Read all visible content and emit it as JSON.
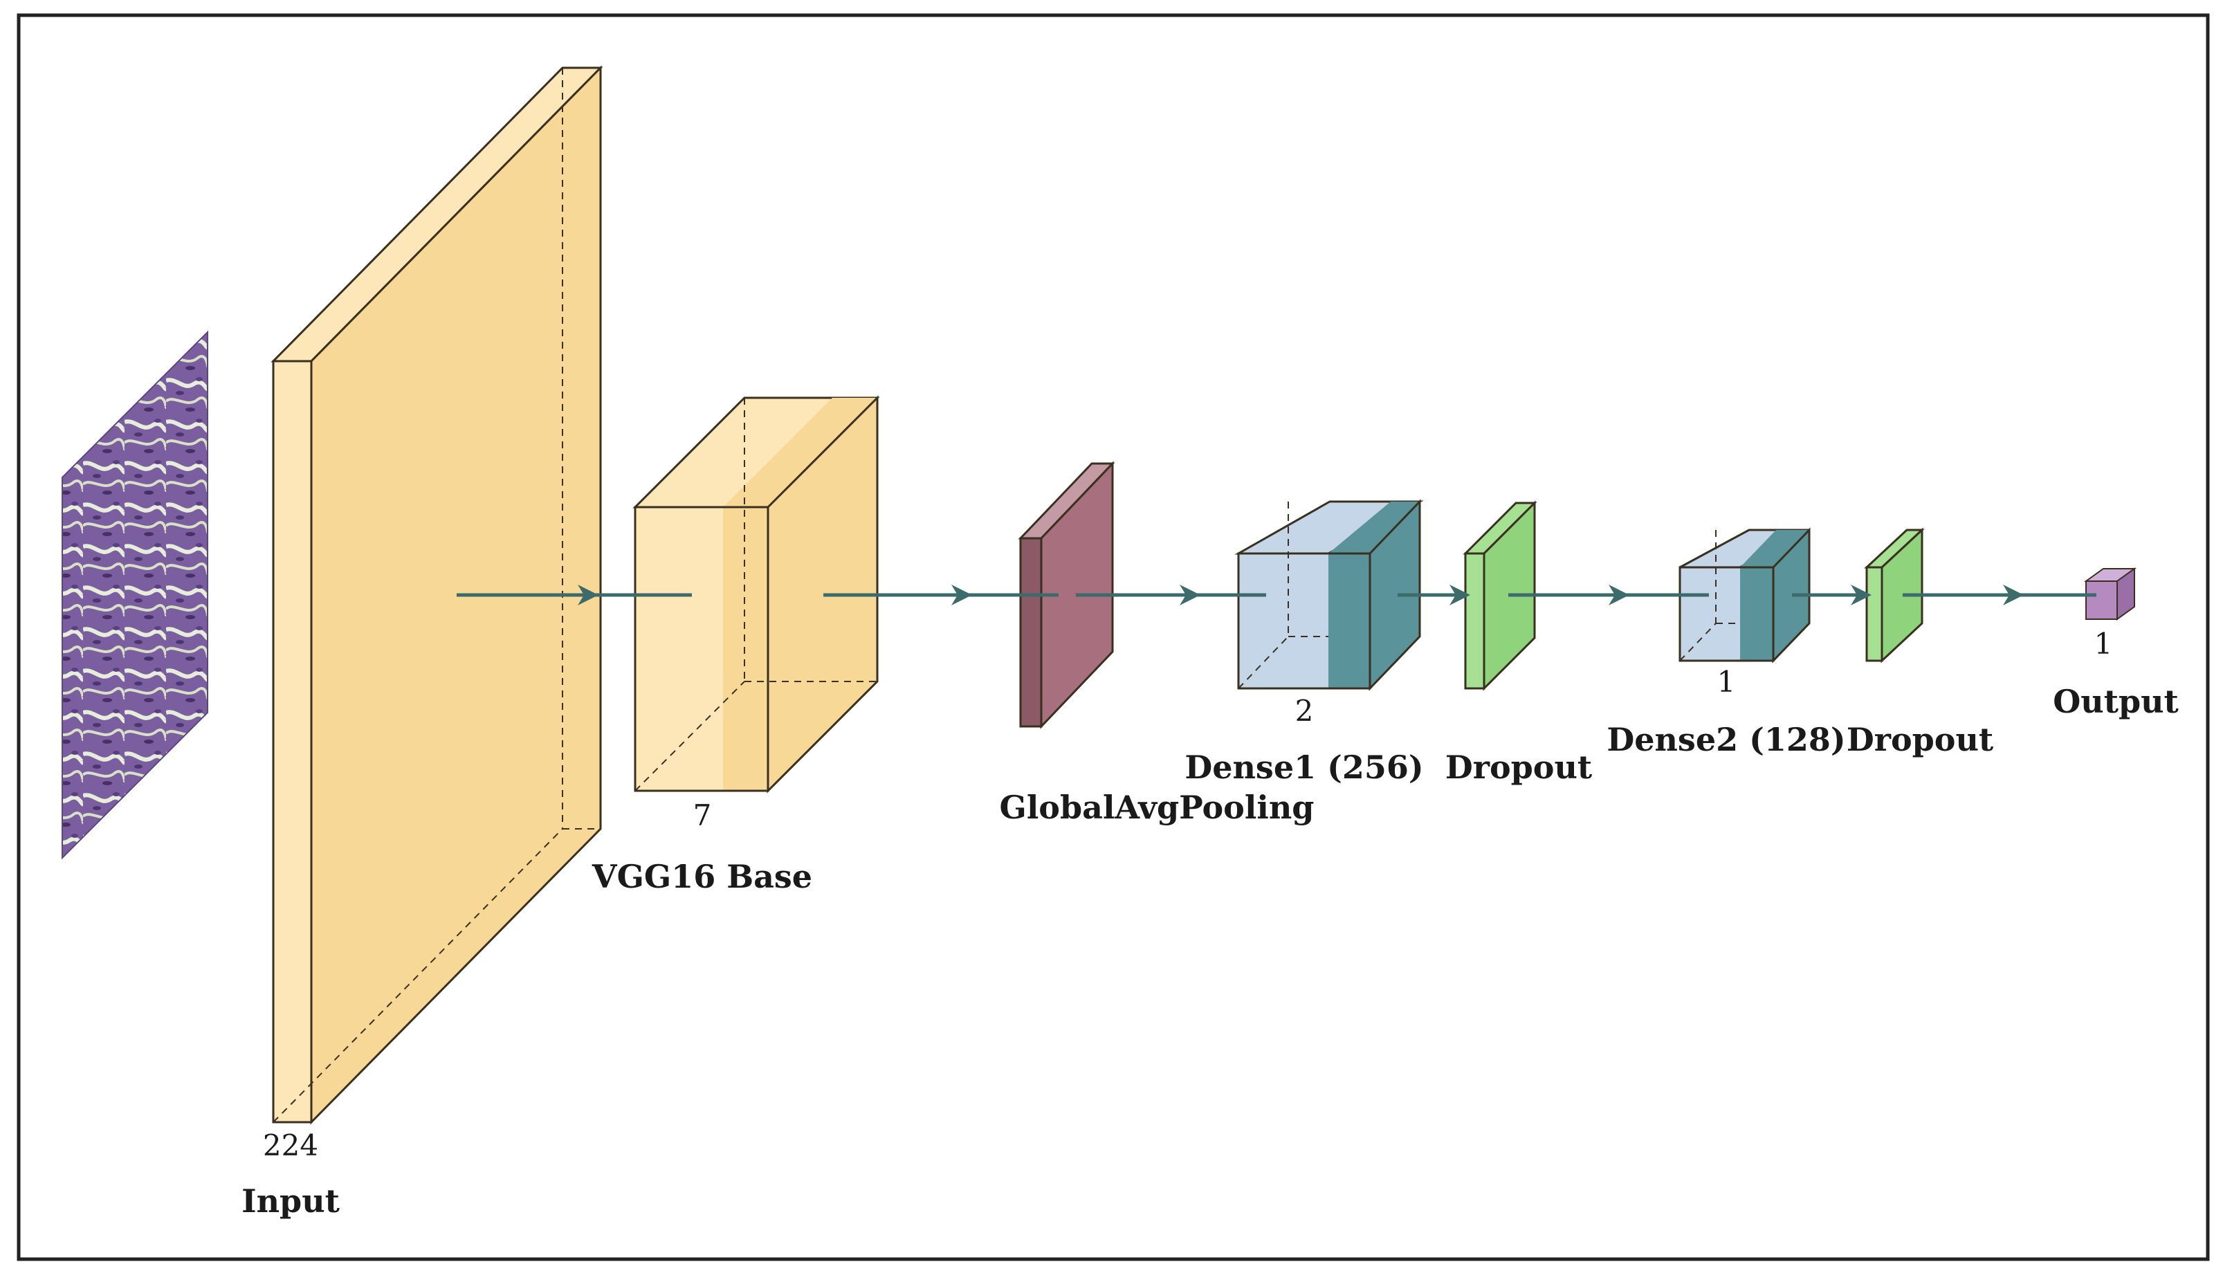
{
  "colors": {
    "input_face": "#f8d896",
    "input_side": "#fde6b8",
    "edge": "#3a3020",
    "pool": "#a8707e",
    "pool_side": "#8c5a66",
    "dense_light": "#c5d6e8",
    "dense_dark": "#5a949a",
    "dropout": "#8fd47c",
    "dropout_side": "#a6e093",
    "output": "#b48ac0",
    "arrow": "#3d6b6b",
    "tissue_base": "#7a5ea0",
    "tissue_light": "#e6eedb"
  },
  "layers": [
    {
      "id": "input",
      "label": "Input",
      "dim": "224"
    },
    {
      "id": "vgg16",
      "label": "VGG16 Base",
      "dim": "7"
    },
    {
      "id": "gap",
      "label": "GlobalAvgPooling",
      "dim": ""
    },
    {
      "id": "dense1",
      "label": "Dense1 (256)",
      "dim": "2"
    },
    {
      "id": "dropout1",
      "label": "Dropout",
      "dim": ""
    },
    {
      "id": "dense2",
      "label": "Dense2 (128)",
      "dim": "1"
    },
    {
      "id": "dropout2",
      "label": "Dropout",
      "dim": ""
    },
    {
      "id": "output",
      "label": "Output",
      "dim": "1"
    }
  ],
  "icons": {
    "input_image": "histology-tissue-image",
    "arrow": "arrow-right-icon"
  }
}
